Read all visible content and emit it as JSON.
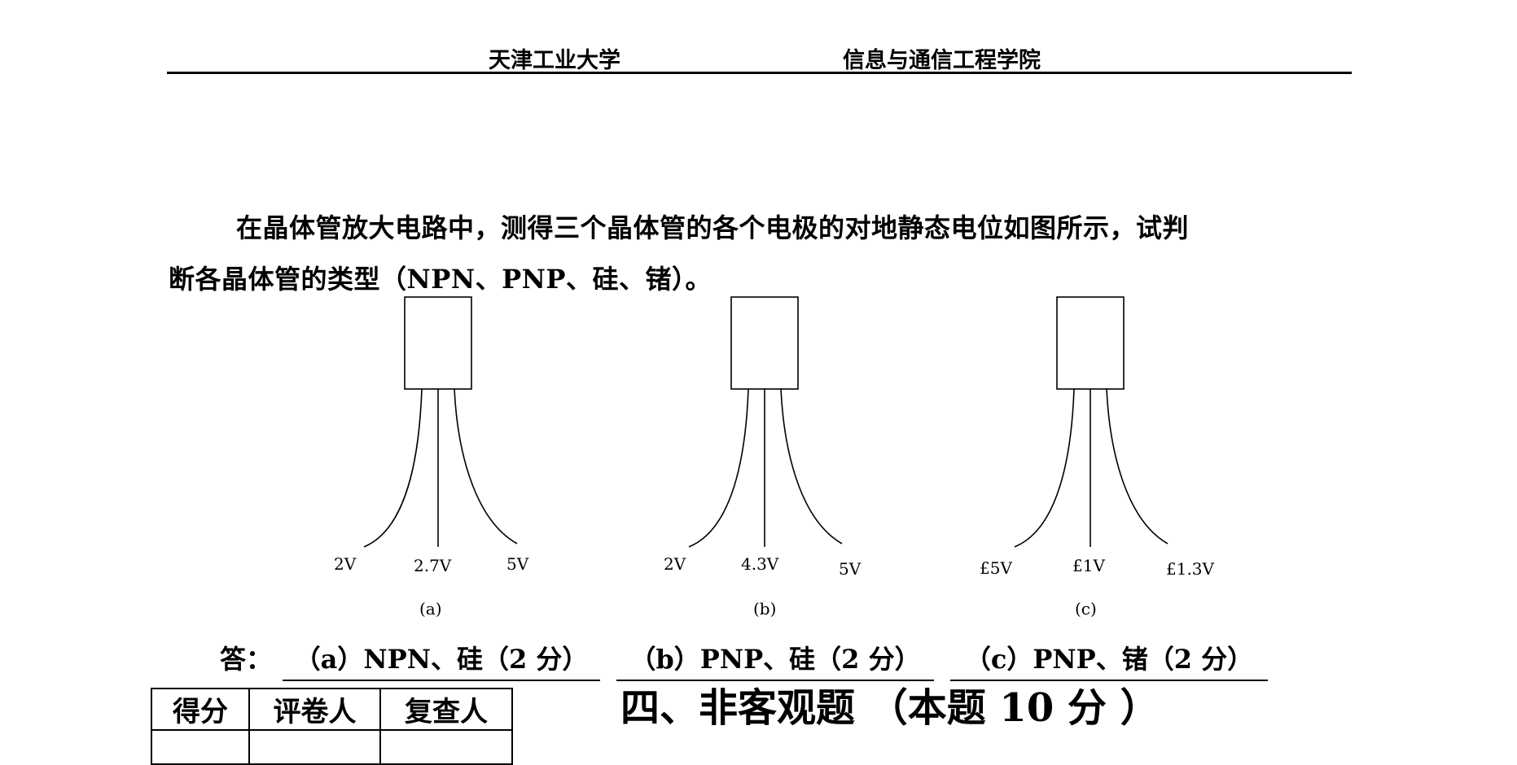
{
  "header": {
    "left": "天津工业大学",
    "right": "信息与通信工程学院"
  },
  "question": {
    "line1": "在晶体管放大电路中，测得三个晶体管的各个电极的对地静态电位如图所示，试判",
    "line2": "断各晶体管的类型（NPN、PNP、硅、锗）。"
  },
  "figures": [
    {
      "caption": "(a)",
      "pins": [
        "2V",
        "2.7V",
        "5V"
      ]
    },
    {
      "caption": "(b)",
      "pins": [
        "2V",
        "4.3V",
        "5V"
      ]
    },
    {
      "caption": "(c)",
      "pins": [
        "£5V",
        "£1V",
        "£1.3V"
      ]
    }
  ],
  "answer": {
    "label": "答：",
    "items": [
      "（a）NPN、硅（2 分）",
      "（b）PNP、硅（2 分）",
      "（c）PNP、锗（2 分）"
    ]
  },
  "score_table": {
    "headers": [
      "得分",
      "评卷人",
      "复查人"
    ]
  },
  "section": {
    "title": "四、非客观题 （本题 10 分 ）"
  }
}
